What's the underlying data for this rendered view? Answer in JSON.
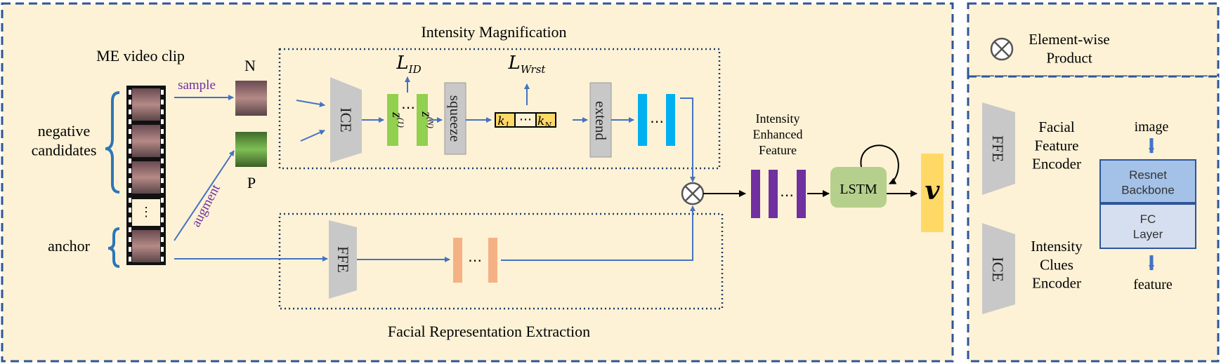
{
  "colors": {
    "background": "#fdf2d6",
    "dash_border": "#2e5597",
    "arrow": "#4472c4",
    "encoder_fill": "#c8c8c8",
    "green_bar": "#92d050",
    "blue_bar": "#00b0f0",
    "orange_bar": "#f4b183",
    "purple_bar": "#7030a0",
    "lstm_fill": "#b5d08c",
    "v_fill": "#ffd966",
    "k_fill": "#ffd966",
    "resnet_fill": "#a4c2e8",
    "fc_fill": "#d6dff0",
    "label_purple": "#7030a0"
  },
  "main": {
    "me_video_clip": "ME video clip",
    "negative_candidates": "negative\ncandidates",
    "anchor": "anchor",
    "sample": "sample",
    "augment": "augment",
    "n_label": "N",
    "p_label": "P"
  },
  "intensity_magnification": {
    "title": "Intensity Magnification",
    "ice": "ICE",
    "loss_id": "L",
    "loss_id_sub": "ID",
    "loss_wrst": "L",
    "loss_wrst_sub": "Wrst",
    "z1": "z",
    "z1_sup": "(1)",
    "zn": "z",
    "zn_sup": "(N)",
    "squeeze": "squeeze",
    "k1": "k",
    "k1_sub": "1",
    "kn": "k",
    "kn_sub": "N",
    "extend": "extend",
    "dots": "⋯"
  },
  "facial_representation": {
    "title": "Facial Representation Extraction",
    "ffe": "FFE",
    "dots": "⋯"
  },
  "fusion": {
    "product_symbol": "⊗",
    "enhanced_feature": "Intensity\nEnhanced\nFeature",
    "dots": "⋯",
    "lstm": "LSTM",
    "v": "v"
  },
  "legend": {
    "element_wise": "Element-wise\nProduct",
    "ffe_box": "FFE",
    "ffe_desc": "Facial\nFeature\nEncoder",
    "ice_box": "ICE",
    "ice_desc": "Intensity\nClues\nEncoder",
    "image": "image",
    "resnet": "Resnet\nBackbone",
    "fc": "FC\nLayer",
    "feature": "feature"
  }
}
